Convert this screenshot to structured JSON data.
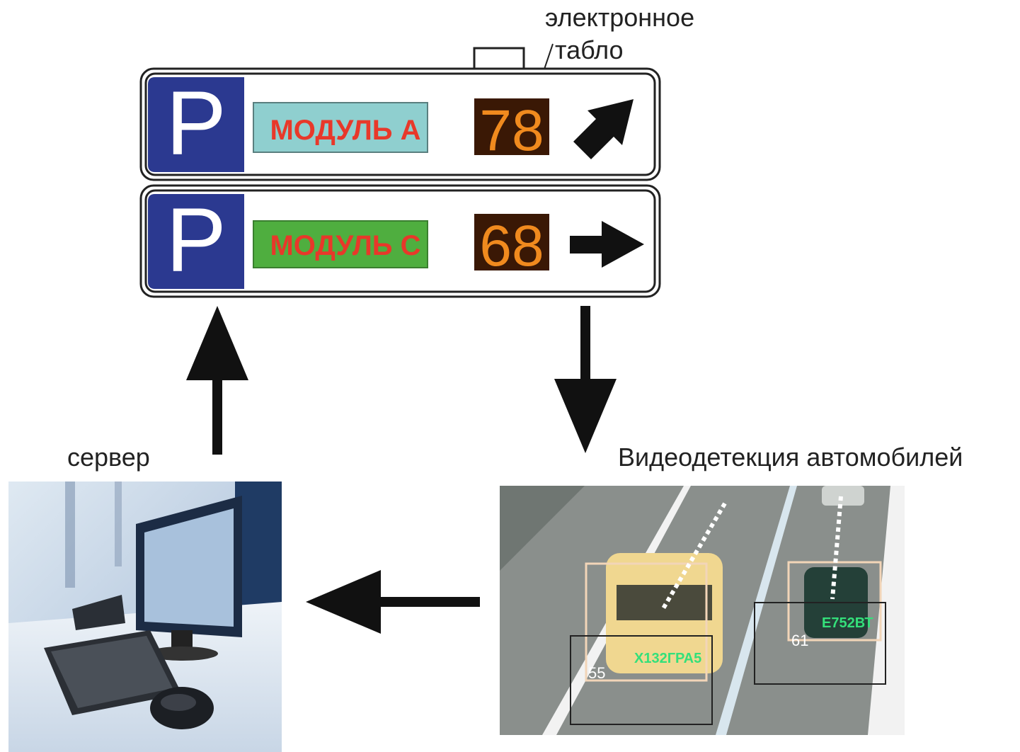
{
  "callout": {
    "line1": "электронное",
    "line2": "табло"
  },
  "signs": [
    {
      "letter": "P",
      "module_label": "МОДУЛЬ А",
      "module_bg": "#8fcfcf",
      "count": "78",
      "arrow": "up-right-arrow-icon"
    },
    {
      "letter": "P",
      "module_label": "МОДУЛЬ С",
      "module_bg": "#4fae3f",
      "count": "68",
      "arrow": "right-arrow-icon"
    }
  ],
  "server": {
    "label": "сервер"
  },
  "video": {
    "label": "Видеодетекция автомобилей",
    "car_ids": [
      "55",
      "61"
    ],
    "plates": [
      "Х132ГРА5",
      "Е752ВТ"
    ]
  },
  "colors": {
    "parking_blue": "#2b3990",
    "module_text_red": "#e8382a",
    "led_background": "#3a1805",
    "led_digits": "#f08a1e",
    "arrow_black": "#111111"
  }
}
